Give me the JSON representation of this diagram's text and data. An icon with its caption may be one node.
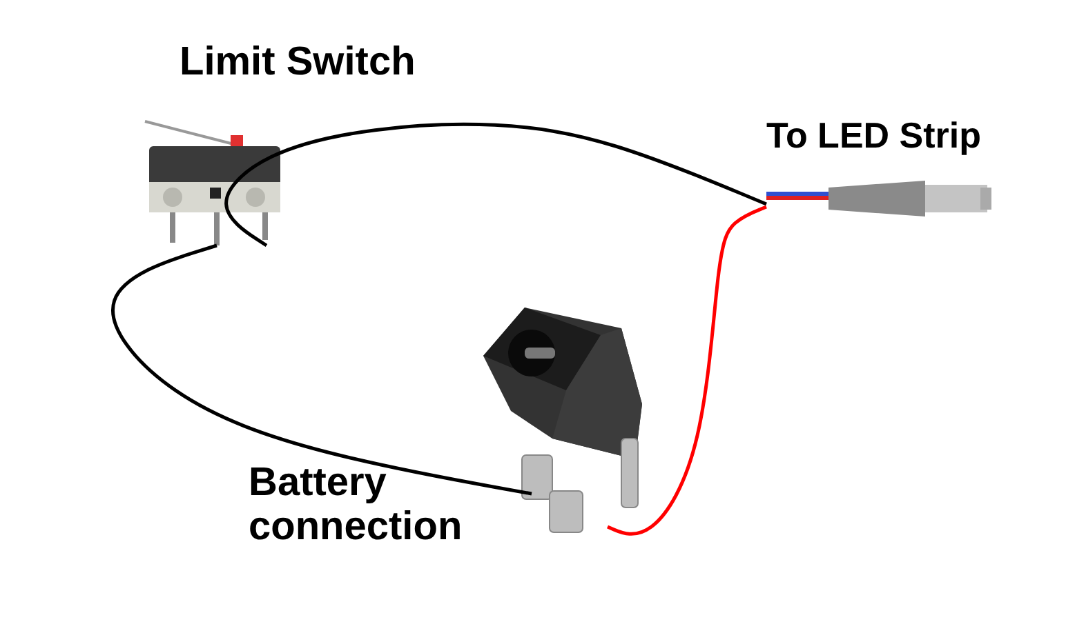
{
  "diagram": {
    "nodes": [
      {
        "text": [
          "Limit Switch"
        ]
      },
      {
        "text": [
          "To LED Strip"
        ]
      },
      {
        "text": [
          "Battery connection"
        ]
      }
    ],
    "edges": [
      {
        "from": 0,
        "to": 1,
        "arrow": "none"
      },
      {
        "from": 0,
        "to": 2,
        "arrow": "none"
      },
      {
        "from": 2,
        "to": 1,
        "arrow": "none",
        "color": "#ff0000"
      }
    ]
  }
}
